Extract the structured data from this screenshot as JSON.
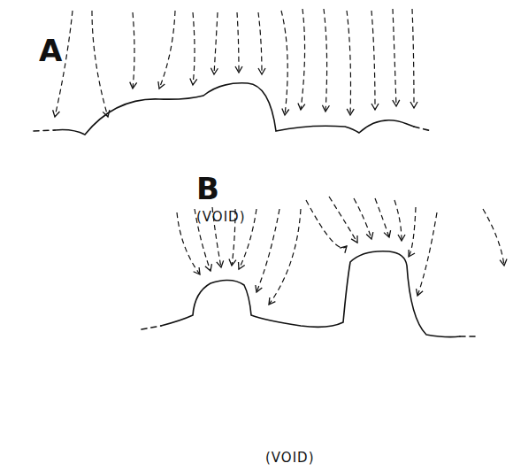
{
  "diagram": {
    "labels": [
      "A",
      "(VOID)",
      "B",
      "(VOID)"
    ]
  }
}
